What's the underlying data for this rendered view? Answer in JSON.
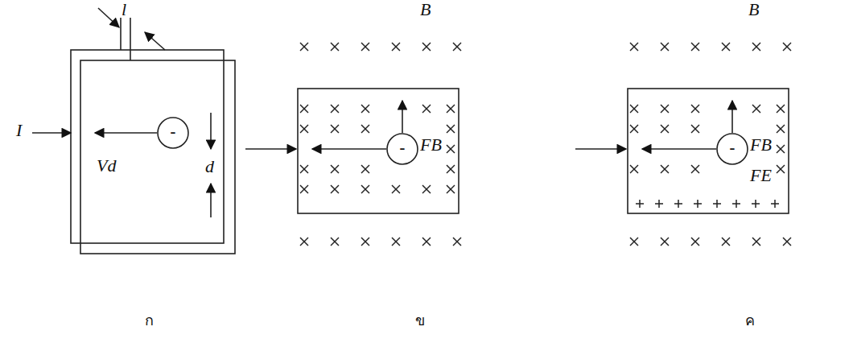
{
  "diagram": {
    "nodes": [
      {
        "text": [
          "-"
        ]
      },
      {
        "text": [
          "-"
        ]
      },
      {
        "text": [
          "-"
        ]
      }
    ],
    "labels": [
      "l",
      "I",
      "Vd",
      "d",
      "B",
      "FB",
      "B",
      "FB",
      "FE",
      "ก",
      "ข",
      "ค"
    ]
  }
}
